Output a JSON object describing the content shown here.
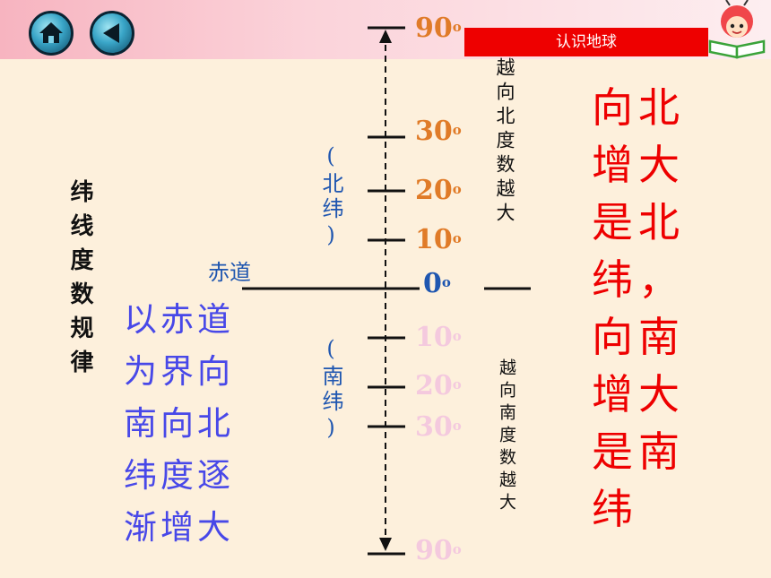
{
  "header": {
    "title": "认识地球"
  },
  "nav": {
    "home": "home-icon",
    "back": "back-triangle-icon"
  },
  "left_label": "纬线度数规律",
  "equator_label": "赤道",
  "north_label": "(北纬)",
  "south_label": "(南纬)",
  "degrees": {
    "north": [
      "90",
      "30",
      "20",
      "10"
    ],
    "zero": "0",
    "south": [
      "10",
      "20",
      "30",
      "90"
    ],
    "unit": "o"
  },
  "north_desc": "越向北度数越大",
  "south_desc": "越向南度数越大",
  "rule_lines": [
    "以赤道",
    "为界向",
    "南向北",
    "纬度逐",
    "渐增大"
  ],
  "right_lines": [
    "向北",
    "增大",
    "是北",
    "纬，",
    "向南",
    "增大",
    "是南",
    "纬"
  ],
  "colors": {
    "north": "#e07b28",
    "south": "#f4c9de",
    "blue": "#1f56b0",
    "rule": "#4848e8",
    "red": "#ee0000"
  }
}
